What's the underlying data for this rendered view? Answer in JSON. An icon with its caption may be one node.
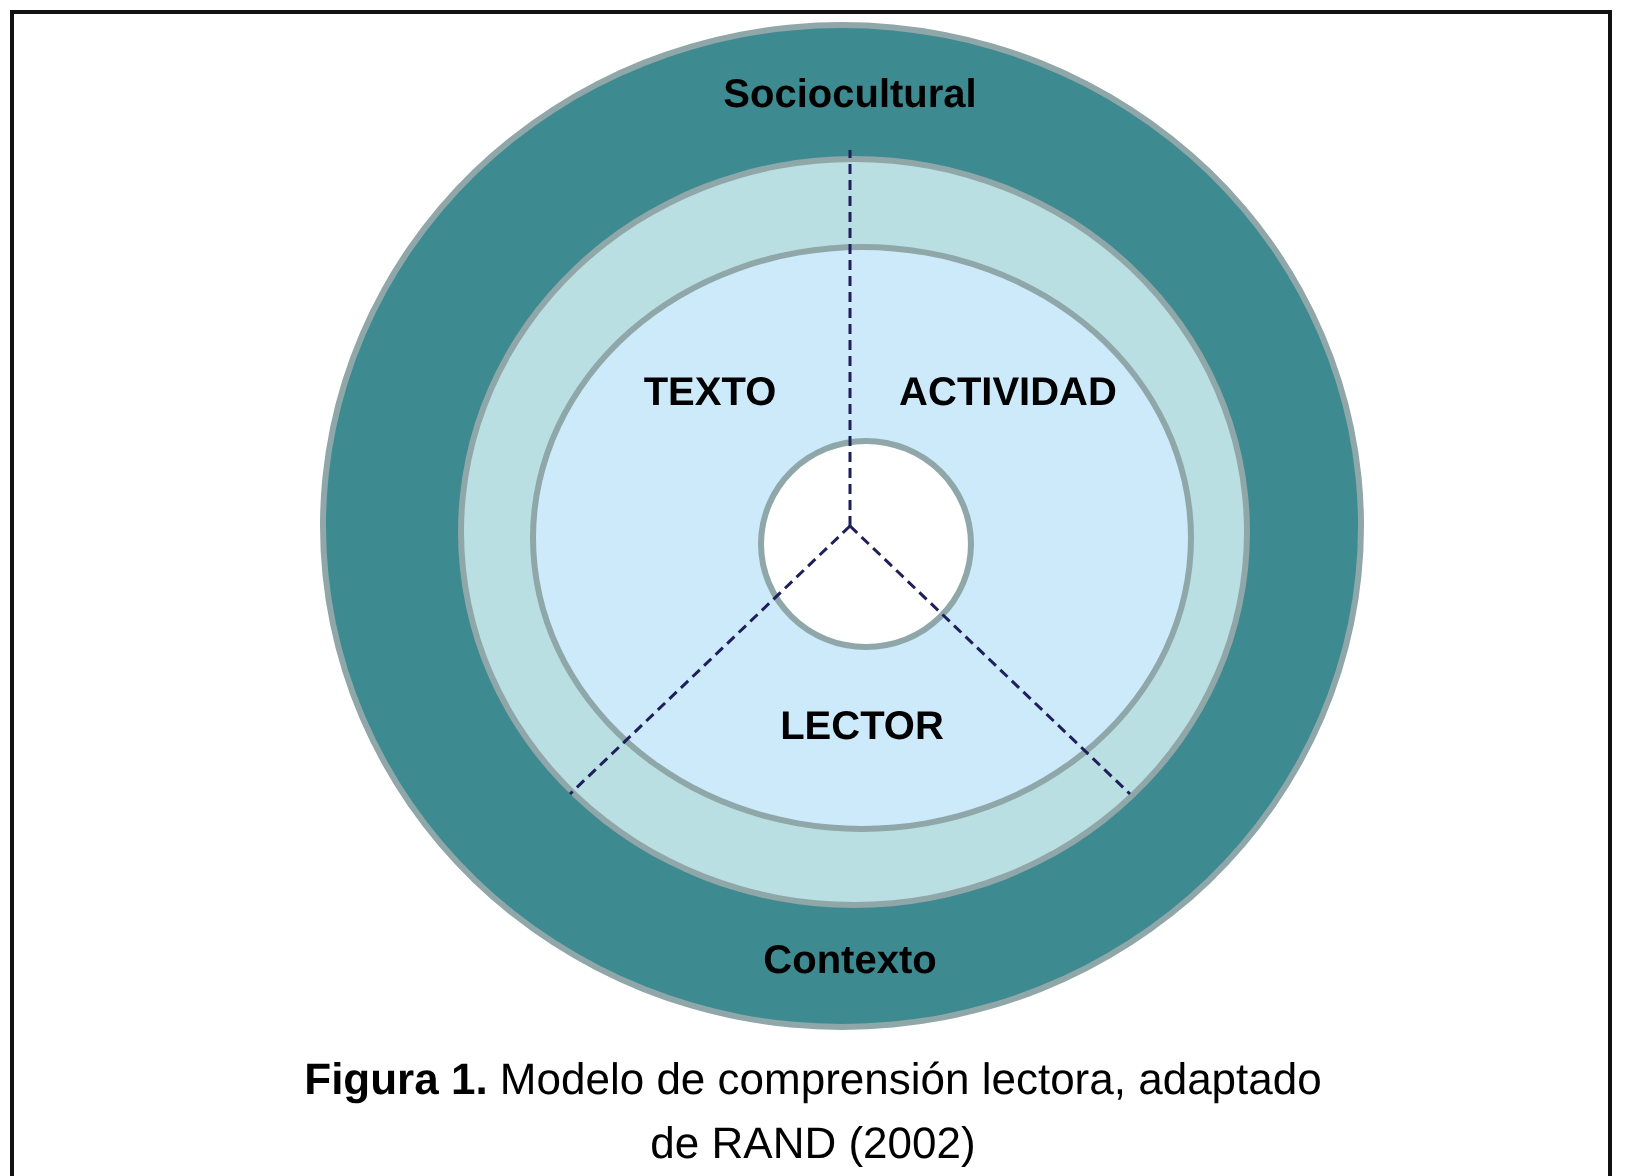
{
  "diagram": {
    "caption": "**Figura 1.** Modelo de comprensión lectora, adaptado de RAND (2002)",
    "nodes": [
      {
        "text": [
          "Sociocultural",
          "Contexto"
        ]
      },
      {
        "text": [],
        "shape": "circle",
        "in": 0
      },
      {
        "text": [
          "TEXTO",
          "ACTIVIDAD",
          "LECTOR"
        ],
        "in": 1
      },
      {
        "text": [],
        "shape": "circle",
        "in": 2
      }
    ]
  }
}
